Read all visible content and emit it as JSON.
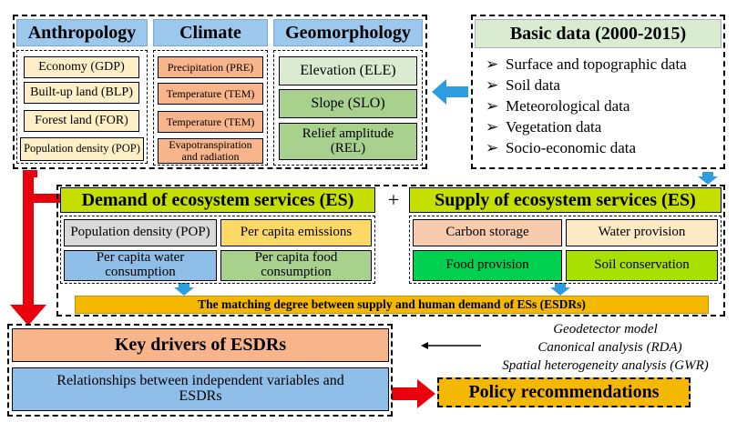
{
  "anthropology": {
    "title": "Anthropology",
    "items": [
      "Economy (GDP)",
      "Built-up land (BLP)",
      "Forest land (FOR)",
      "Population density (POP)"
    ]
  },
  "climate": {
    "title": "Climate",
    "items": [
      "Precipitation (PRE)",
      "Temperature (TEM)",
      "Temperature (TEM)",
      "Evapotranspiration and radiation"
    ]
  },
  "geomorphology": {
    "title": "Geomorphology",
    "items": [
      "Elevation (ELE)",
      "Slope (SLO)",
      "Relief amplitude (REL)"
    ]
  },
  "basic_data": {
    "title": "Basic data (2000-2015)",
    "bullet": "➢",
    "items": [
      "Surface and topographic data",
      "Soil data",
      "Meteorological data",
      "Vegetation data",
      "Socio-economic data"
    ]
  },
  "demand": {
    "title": "Demand of ecosystem services (ES)",
    "items": [
      "Population density (POP)",
      "Per capita emissions",
      "Per capita water consumption",
      "Per capita food consumption"
    ]
  },
  "plus": "+",
  "supply": {
    "title": "Supply of ecosystem services (ES)",
    "items": [
      "Carbon storage",
      "Water provision",
      "Food provision",
      "Soil conservation"
    ]
  },
  "matching": "The matching degree between supply and human demand of ESs (ESDRs)",
  "methods": [
    "Geodetector model",
    "Canonical analysis (RDA)",
    "Spatial heterogeneity analysis (GWR)"
  ],
  "key_drivers": "Key drivers of ESDRs",
  "relationships": "Relationships between independent variables and ESDRs",
  "policy": "Policy recommendations",
  "colors": {
    "header_blue": "#9cc8ee",
    "cream": "#fdf0c6",
    "salmon": "#f8b48a",
    "light_green": "#d9ecd2",
    "mid_green": "#a9d18e",
    "demand_yellow_green": "#c5e000",
    "supply_green": "#00d050",
    "orange_bar": "#f5b800",
    "red_arrow": "#e8000c",
    "blue_arrow": "#2e9de0"
  }
}
